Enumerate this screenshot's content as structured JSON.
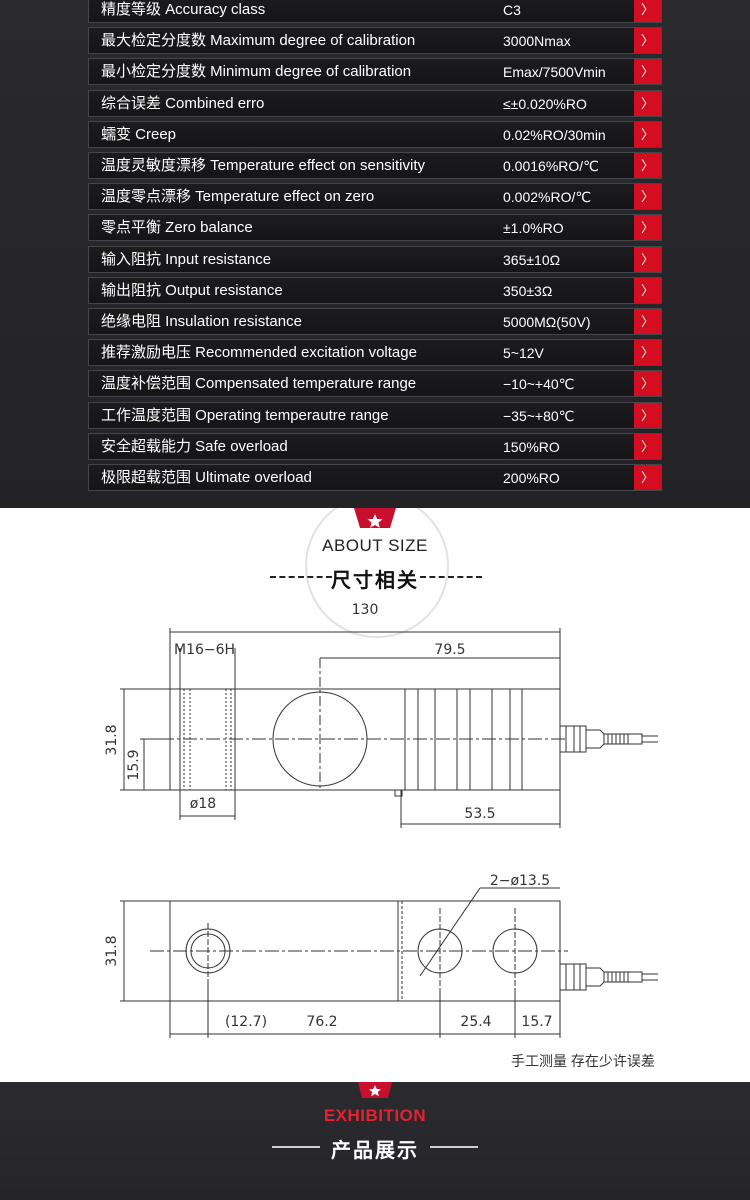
{
  "specs": [
    {
      "label": "精度等级 Accuracy class",
      "value": "C3"
    },
    {
      "label": "最大检定分度数 Maximum degree of calibration",
      "value": "3000Nmax"
    },
    {
      "label": "最小检定分度数 Minimum degree of calibration",
      "value": "Emax/7500Vmin"
    },
    {
      "label": "综合误差 Combined erro",
      "value": "≤±0.020%RO"
    },
    {
      "label": "蠕变 Creep",
      "value": "0.02%RO/30min"
    },
    {
      "label": "温度灵敏度漂移 Temperature effect on sensitivity",
      "value": "0.0016%RO/℃"
    },
    {
      "label": "温度零点漂移 Temperature effect on zero",
      "value": "0.002%RO/℃"
    },
    {
      "label": "零点平衡 Zero  balance",
      "value": "±1.0%RO"
    },
    {
      "label": "输入阻抗 Input resistance",
      "value": "365±10Ω"
    },
    {
      "label": "输出阻抗 Output resistance",
      "value": "350±3Ω"
    },
    {
      "label": "绝缘电阻 Insulation resistance",
      "value": "5000MΩ(50V)"
    },
    {
      "label": "推荐激励电压 Recommended excitation voltage",
      "value": "5~12V"
    },
    {
      "label": "温度补偿范围 Compensated temperature range",
      "value": "−10~+40℃"
    },
    {
      "label": "工作温度范围 Operating temperautre range",
      "value": "−35~+80℃"
    },
    {
      "label": "安全超载能力 Safe overload",
      "value": "150%RO"
    },
    {
      "label": "极限超载范围 Ultimate overload",
      "value": "200%RO"
    }
  ],
  "row_button_glyph": "〉",
  "size_section": {
    "title_en": "ABOUT SIZE",
    "title_cn": "尺寸相关",
    "note": "手工测量  存在少许误差",
    "dimensions": {
      "total_length": "130",
      "thread": "M16−6H",
      "mount_span": "79.5",
      "height": "31.8",
      "half_height": "15.9",
      "bore": "ø18",
      "gauge_span": "53.5",
      "holes": "2−ø13.5",
      "bottom_height": "31.8",
      "offset_1": "(12.7)",
      "offset_2": "76.2",
      "offset_3": "25.4",
      "offset_4": "15.7"
    }
  },
  "exhibition": {
    "title_en": "EXHIBITION",
    "title_cn": "产品展示"
  },
  "colors": {
    "accent_red": "#d40e20",
    "dark_bg": "#26262a"
  }
}
